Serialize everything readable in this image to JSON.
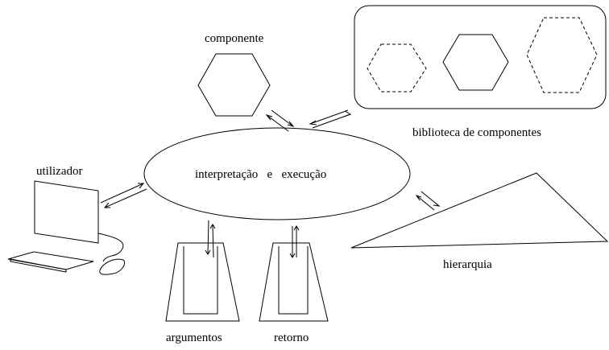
{
  "labels": {
    "component": "componente",
    "library": "biblioteca de componentes",
    "user": "utilizador",
    "engine": "interpretação   e   execução",
    "hierarchy": "hierarquia",
    "arguments": "argumentos",
    "return": "retorno"
  }
}
